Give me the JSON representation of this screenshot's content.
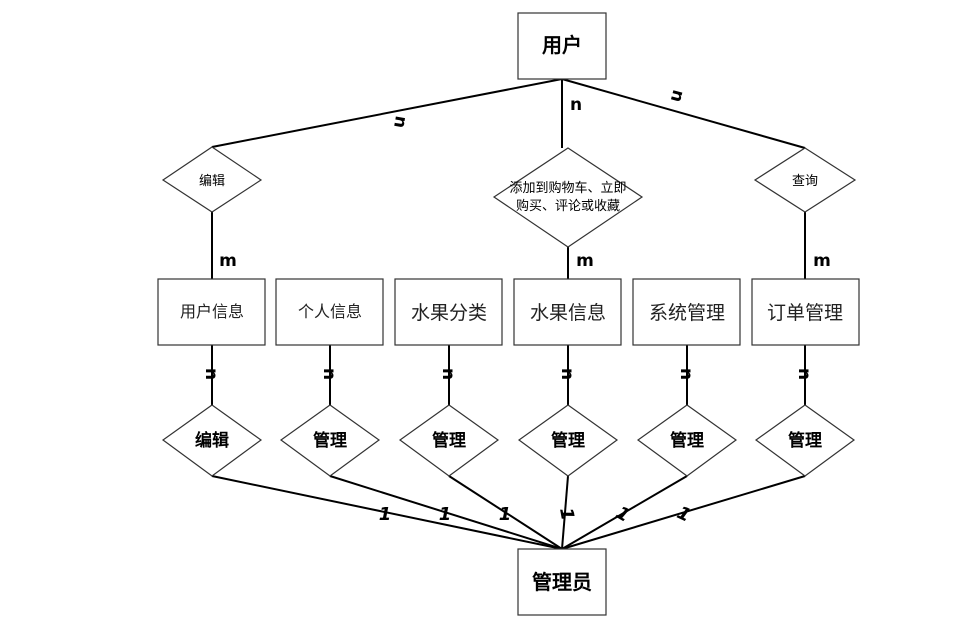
{
  "entities": {
    "user": "用户",
    "admin": "管理员",
    "user_info": "用户信息",
    "personal_info": "个人信息",
    "fruit_category": "水果分类",
    "fruit_info": "水果信息",
    "system_mgmt": "系统管理",
    "order_mgmt": "订单管理"
  },
  "relationships": {
    "edit_top": "编辑",
    "cart_line1": "添加到购物车、立即",
    "cart_line2": "购买、评论或收藏",
    "query": "查询",
    "edit_bottom": "编辑",
    "manage_1": "管理",
    "manage_2": "管理",
    "manage_3": "管理",
    "manage_4": "管理",
    "manage_5": "管理"
  },
  "cardinality": {
    "user_edit": "n",
    "user_cart": "n",
    "user_query": "n",
    "edit_userinfo": "m",
    "cart_fruitinfo": "m",
    "query_order": "m",
    "lower_n_1": "n",
    "lower_n_2": "n",
    "lower_n_3": "n",
    "lower_n_4": "n",
    "lower_n_5": "n",
    "lower_n_6": "n",
    "admin_1": "1",
    "admin_2": "1",
    "admin_3": "1",
    "admin_4": "1",
    "admin_5": "1",
    "admin_6": "1"
  }
}
